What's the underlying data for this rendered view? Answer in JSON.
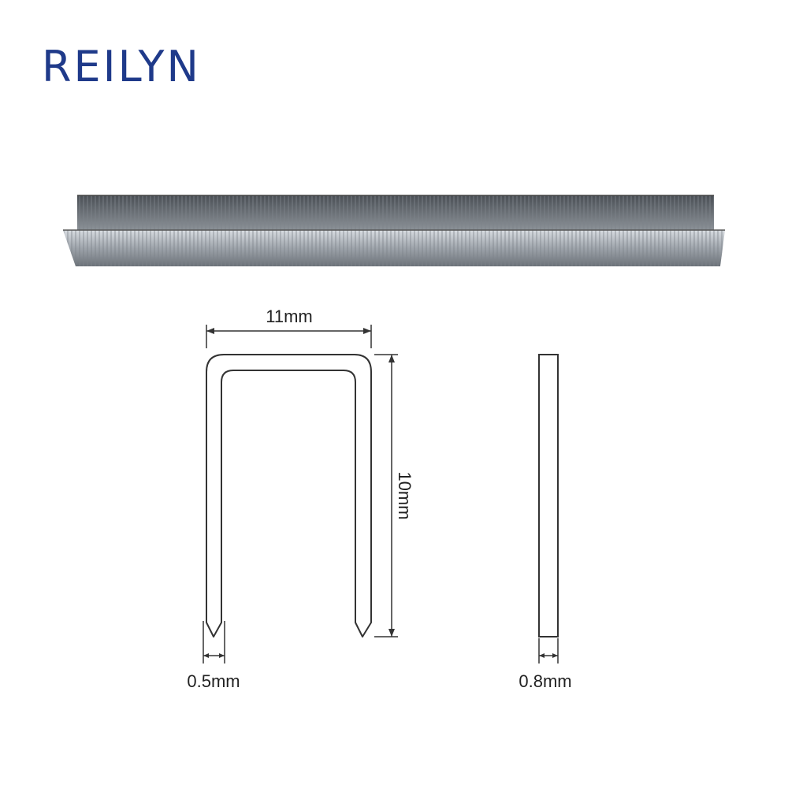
{
  "brand": {
    "name": "Reilyn",
    "display": "REILYN",
    "color": "#1f3a8a"
  },
  "diagram": {
    "width_label": "11mm",
    "height_label": "10mm",
    "wire_width_label": "0.5mm",
    "wire_thickness_label": "0.8mm"
  },
  "colors": {
    "line": "#333333",
    "steel_dark": "#5a5f66",
    "steel_light": "#c9ced4"
  }
}
